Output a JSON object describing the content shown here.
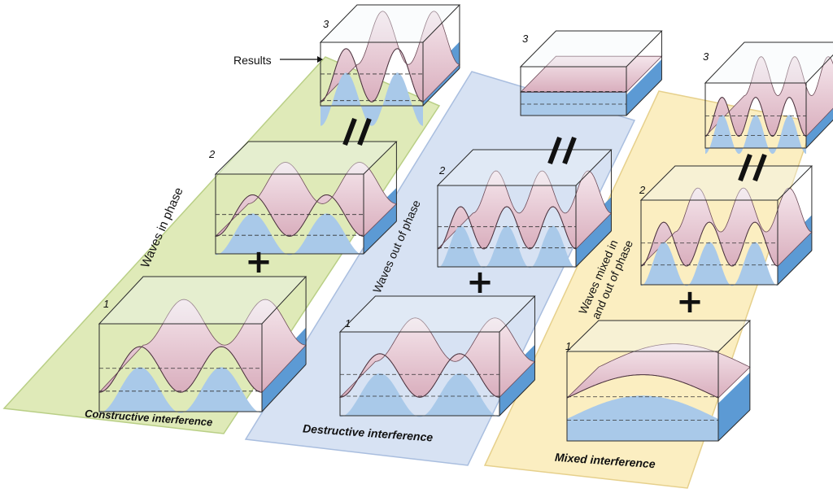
{
  "panels": [
    {
      "id": "constructive",
      "title": "Constructive interference",
      "phase_label": "Waves in phase",
      "color": "#dfeab8",
      "border": "#b9cf86",
      "wave_counts": {
        "1": 2,
        "2": 2,
        "3": 2
      }
    },
    {
      "id": "destructive",
      "title": "Destructive interference",
      "phase_label": [
        "Waves out of phase"
      ],
      "color": "#d7e2f3",
      "border": "#a9bedf",
      "wave_counts": {
        "1": 2,
        "2": 3,
        "3": 0
      }
    },
    {
      "id": "mixed",
      "title": "Mixed interference",
      "phase_label": [
        "Waves mixed in",
        "and out of phase"
      ],
      "color": "#fbeec1",
      "border": "#e6d08c",
      "wave_counts": {
        "1": 0.5,
        "2": 3,
        "3": 3
      }
    }
  ],
  "results_label": "Results",
  "box_numbers": [
    "1",
    "2",
    "3"
  ],
  "operators": {
    "plus": "+",
    "equals": "//"
  },
  "colors": {
    "water": "#a9c9e9",
    "water_front": "#b8d4ee",
    "water_side": "#5c9ad4",
    "wave_fill": "#e6c6d2",
    "wave_light": "#f3e2e8",
    "box_edge": "#2a2a2a",
    "glass": "#f4f7fb"
  }
}
